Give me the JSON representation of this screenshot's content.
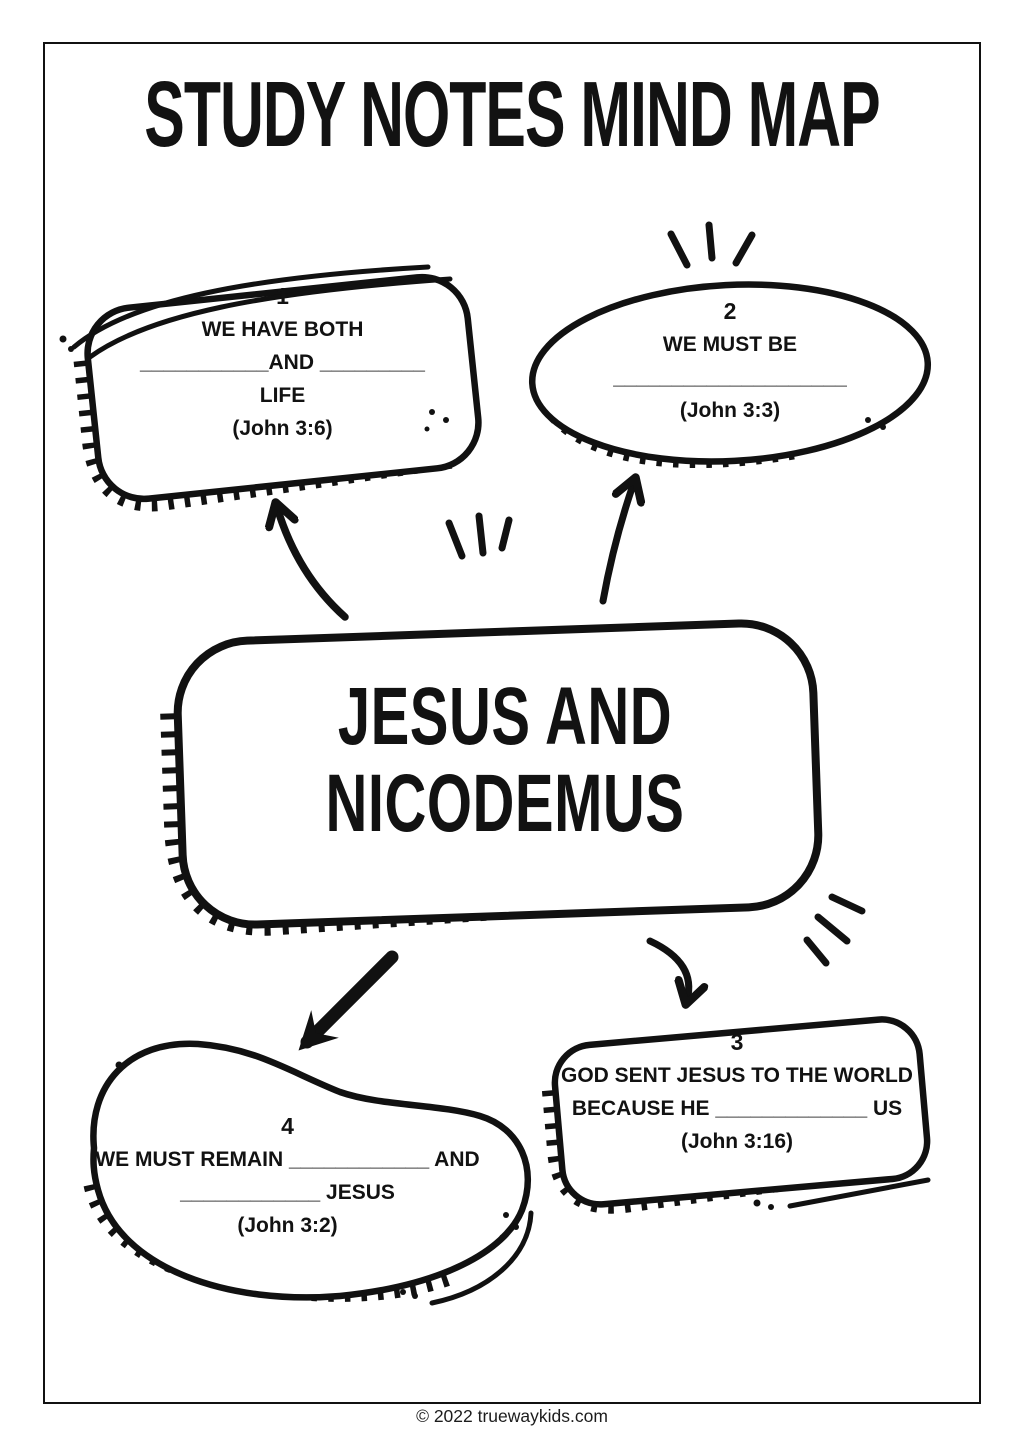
{
  "page": {
    "title": "STUDY NOTES MIND MAP",
    "footer": "© 2022 truewaykids.com"
  },
  "center_topic": {
    "line1": "JESUS AND",
    "line2": "NICODEMUS"
  },
  "nodes": [
    {
      "number": "1",
      "lines": [
        "WE HAVE BOTH",
        "___________AND _________",
        "LIFE"
      ],
      "reference": "(John 3:6)"
    },
    {
      "number": "2",
      "lines": [
        "WE MUST BE",
        "____________________"
      ],
      "reference": "(John 3:3)"
    },
    {
      "number": "3",
      "lines": [
        "GOD SENT JESUS TO THE WORLD",
        "BECAUSE HE _____________ US"
      ],
      "reference": "(John 3:16)"
    },
    {
      "number": "4",
      "lines": [
        "WE MUST REMAIN ____________ AND",
        "____________ JESUS"
      ],
      "reference": "(John 3:2)"
    }
  ],
  "colors": {
    "ink": "#111111",
    "paper": "#ffffff"
  }
}
